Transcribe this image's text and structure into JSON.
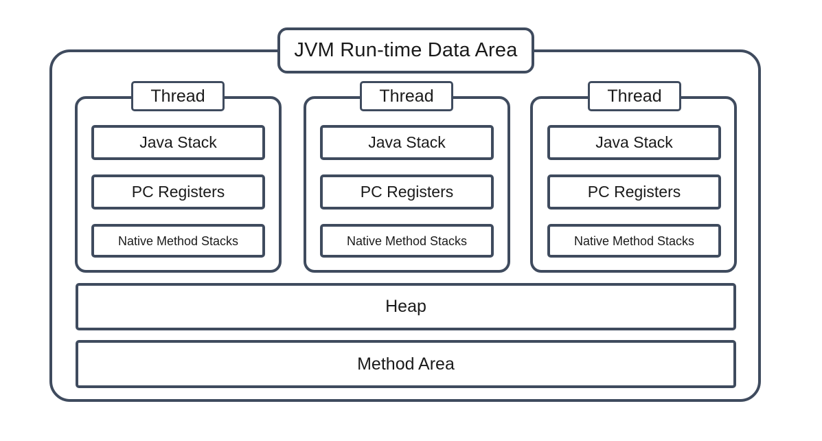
{
  "diagram": {
    "title": "JVM Run-time Data Area",
    "accent_color": "#3f4b5e",
    "text_color": "#1a1a1a",
    "background_color": "#ffffff",
    "threads": [
      {
        "label": "Thread",
        "areas": [
          {
            "label": "Java Stack"
          },
          {
            "label": "PC Registers"
          },
          {
            "label": "Native Method Stacks"
          }
        ]
      },
      {
        "label": "Thread",
        "areas": [
          {
            "label": "Java Stack"
          },
          {
            "label": "PC Registers"
          },
          {
            "label": "Native Method Stacks"
          }
        ]
      },
      {
        "label": "Thread",
        "areas": [
          {
            "label": "Java Stack"
          },
          {
            "label": "PC Registers"
          },
          {
            "label": "Native Method Stacks"
          }
        ]
      }
    ],
    "shared_regions": [
      {
        "label": "Heap"
      },
      {
        "label": "Method Area"
      }
    ]
  }
}
